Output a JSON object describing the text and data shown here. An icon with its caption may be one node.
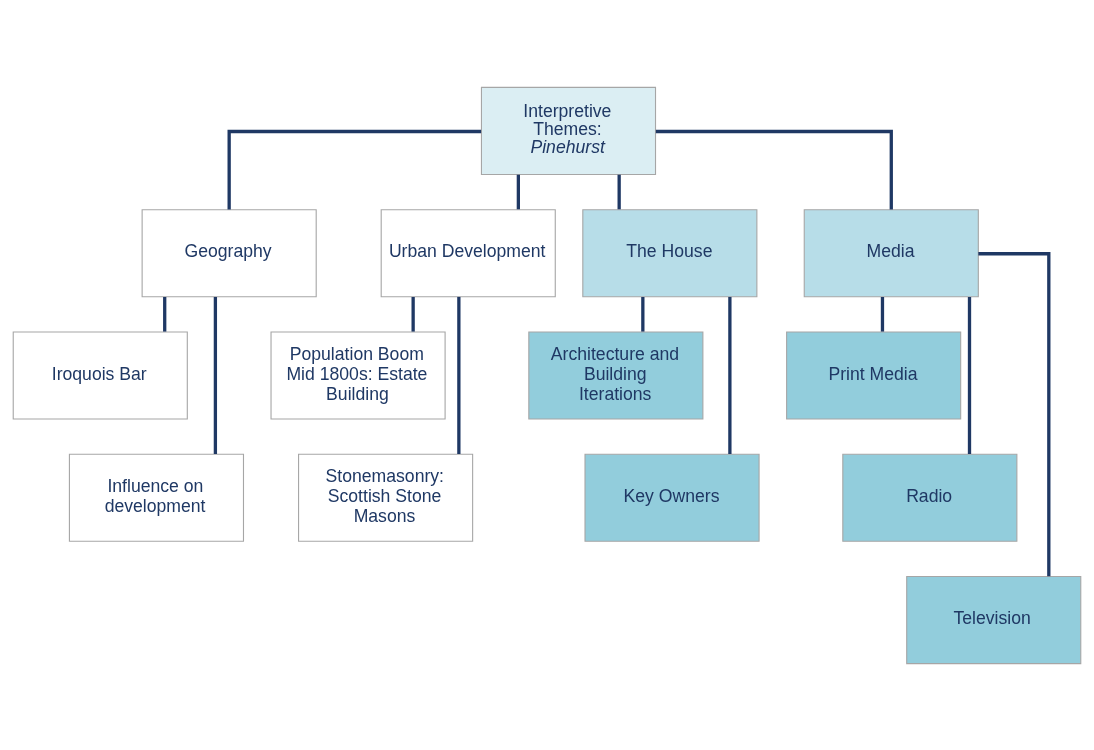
{
  "diagram": {
    "nodes": [
      {
        "text": [
          "Interpretive Themes:",
          "Pinehurst"
        ]
      },
      {
        "text": [
          "Geography"
        ]
      },
      {
        "text": [
          "Urban Development"
        ]
      },
      {
        "text": [
          "The House"
        ]
      },
      {
        "text": [
          "Media"
        ]
      },
      {
        "text": [
          "Iroquois Bar"
        ]
      },
      {
        "text": [
          "Influence on development"
        ]
      },
      {
        "text": [
          "Population Boom Mid 1800s: Estate Building"
        ]
      },
      {
        "text": [
          "Stonemasonry: Scottish Stone Masons"
        ]
      },
      {
        "text": [
          "Architecture and Building Iterations"
        ]
      },
      {
        "text": [
          "Key Owners"
        ]
      },
      {
        "text": [
          "Print Media"
        ]
      },
      {
        "text": [
          "Radio"
        ]
      },
      {
        "text": [
          "Television"
        ]
      }
    ],
    "edges": [
      {
        "from": 0,
        "to": 1,
        "arrow": "none"
      },
      {
        "from": 0,
        "to": 2,
        "arrow": "none"
      },
      {
        "from": 0,
        "to": 3,
        "arrow": "none"
      },
      {
        "from": 0,
        "to": 4,
        "arrow": "none"
      },
      {
        "from": 1,
        "to": 5,
        "arrow": "none"
      },
      {
        "from": 1,
        "to": 6,
        "arrow": "none"
      },
      {
        "from": 2,
        "to": 7,
        "arrow": "none"
      },
      {
        "from": 2,
        "to": 8,
        "arrow": "none"
      },
      {
        "from": 3,
        "to": 9,
        "arrow": "none"
      },
      {
        "from": 3,
        "to": 10,
        "arrow": "none"
      },
      {
        "from": 4,
        "to": 11,
        "arrow": "none"
      },
      {
        "from": 4,
        "to": 12,
        "arrow": "none"
      },
      {
        "from": 4,
        "to": 13,
        "arrow": "none"
      }
    ]
  }
}
